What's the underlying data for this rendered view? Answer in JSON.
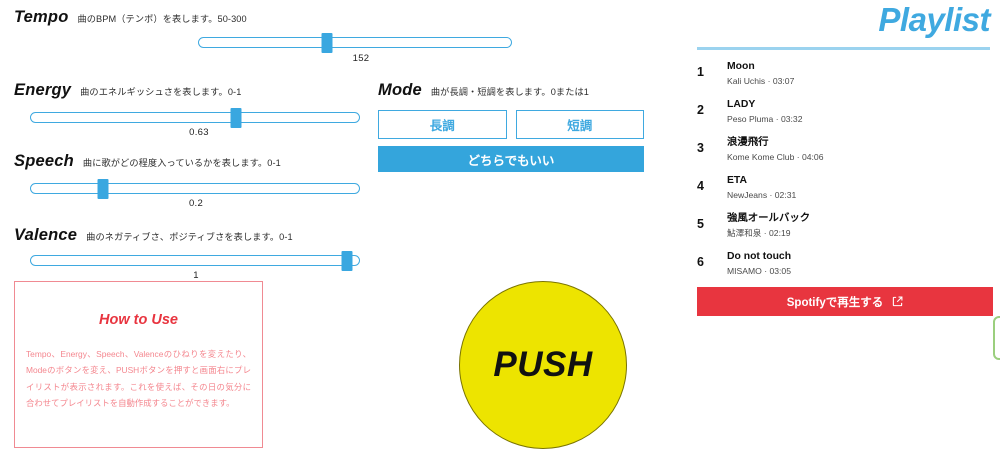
{
  "params": {
    "tempo": {
      "title": "Tempo",
      "desc": "曲のBPM（テンポ）を表します。50-300",
      "value": "152",
      "min": 50,
      "max": 300,
      "percent": 41
    },
    "energy": {
      "title": "Energy",
      "desc": "曲のエネルギッシュさを表します。0-1",
      "value": "0.63",
      "min": 0,
      "max": 1,
      "percent": 63
    },
    "speech": {
      "title": "Speech",
      "desc": "曲に歌がどの程度入っているかを表します。0-1",
      "value": "0.2",
      "min": 0,
      "max": 1,
      "percent": 20
    },
    "valence": {
      "title": "Valence",
      "desc": "曲のネガティブさ、ポジティブさを表します。0-1",
      "value": "1",
      "min": 0,
      "max": 1,
      "percent": 100
    }
  },
  "mode": {
    "title": "Mode",
    "desc": "曲が長調・短調を表します。0または1",
    "major_label": "長調",
    "minor_label": "短調",
    "any_label": "どちらでもいい",
    "selected": "any"
  },
  "howto": {
    "title": "How to Use",
    "body": "Tempo、Energy、Speech、Valenceのひねりを変えたり、Modeのボタンを変え、PUSHボタンを押すと画面右にプレイリストが表示されます。これを使えば、その日の気分に合わせてプレイリストを自動作成することができます。"
  },
  "push": {
    "label": "PUSH",
    "color": "#EDE400"
  },
  "playlist": {
    "title": "Playlist",
    "accent_color": "#3FA9E0",
    "tracks": [
      {
        "index": "1",
        "name": "Moon",
        "artist": "Kali Uchis",
        "duration": "03:07"
      },
      {
        "index": "2",
        "name": "LADY",
        "artist": "Peso Pluma",
        "duration": "03:32"
      },
      {
        "index": "3",
        "name": "浪漫飛行",
        "artist": "Kome Kome Club",
        "duration": "04:06"
      },
      {
        "index": "4",
        "name": "ETA",
        "artist": "NewJeans",
        "duration": "02:31"
      },
      {
        "index": "5",
        "name": "強風オールバック",
        "artist": "鮎澤和泉",
        "duration": "02:19"
      },
      {
        "index": "6",
        "name": "Do not touch",
        "artist": "MISAMO",
        "duration": "03:05"
      }
    ],
    "spotify_button": {
      "label": "Spotifyで再生する",
      "icon": "external-link-icon",
      "color": "#E8353F"
    }
  }
}
